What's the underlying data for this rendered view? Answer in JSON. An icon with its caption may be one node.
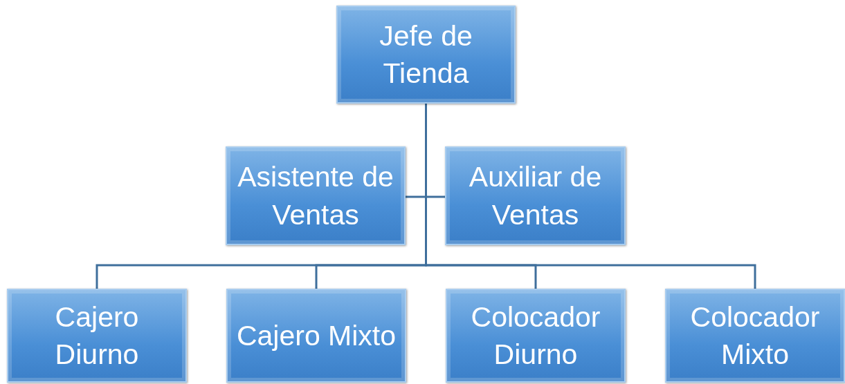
{
  "diagram": {
    "nodes": [
      {
        "text": [
          "Jefe de Tienda"
        ]
      },
      {
        "text": [
          "Asistente de Ventas"
        ]
      },
      {
        "text": [
          "Auxiliar de Ventas"
        ]
      },
      {
        "text": [
          "Cajero Diurno"
        ]
      },
      {
        "text": [
          "Cajero Mixto"
        ]
      },
      {
        "text": [
          "Colocador Diurno"
        ]
      },
      {
        "text": [
          "Colocador Mixto"
        ]
      }
    ],
    "edges": [
      {
        "from": 0,
        "to": 1,
        "arrow": "none"
      },
      {
        "from": 0,
        "to": 2,
        "arrow": "none"
      },
      {
        "from": 0,
        "to": 3,
        "arrow": "none"
      },
      {
        "from": 0,
        "to": 4,
        "arrow": "none"
      },
      {
        "from": 0,
        "to": 5,
        "arrow": "none"
      },
      {
        "from": 0,
        "to": 6,
        "arrow": "none"
      }
    ]
  }
}
